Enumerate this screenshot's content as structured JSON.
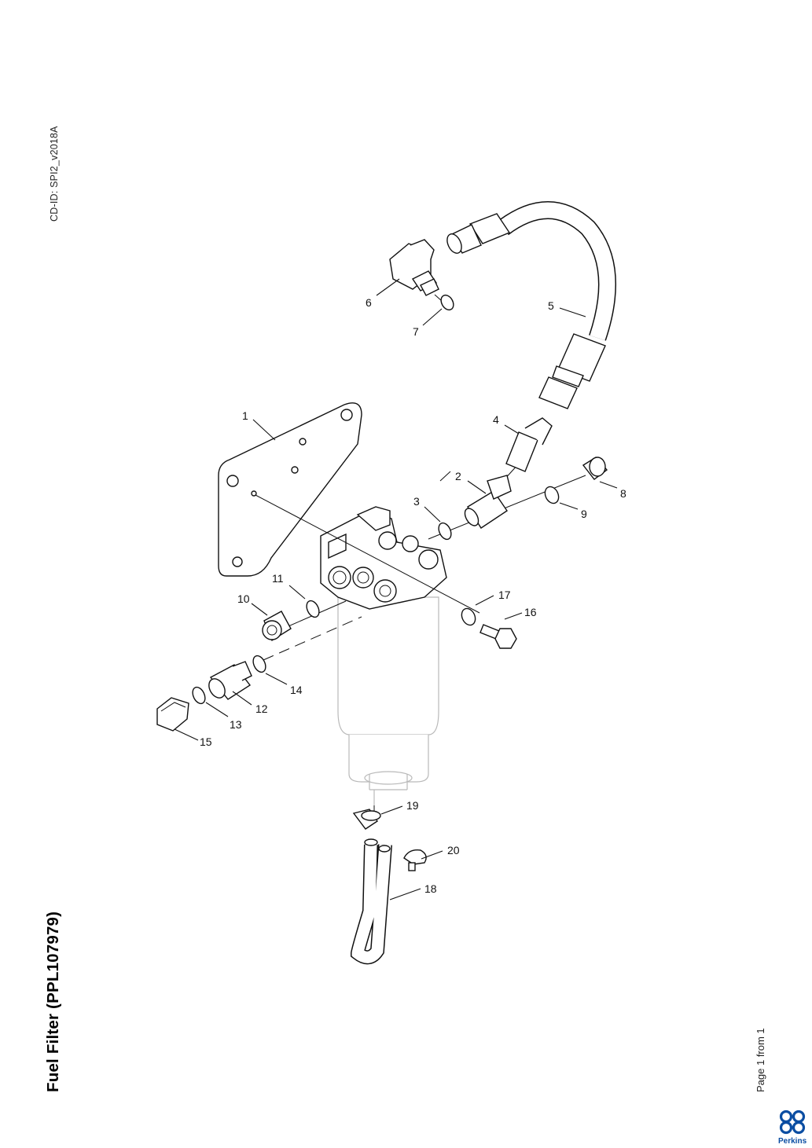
{
  "header": {
    "cd_id": "CD-ID: SPI2_v2018A"
  },
  "title": "Fuel Filter (PPL107979)",
  "footer": {
    "page": "Page 1 from 1",
    "brand": "Perkins"
  },
  "callouts": [
    "1",
    "2",
    "3",
    "4",
    "5",
    "6",
    "7",
    "8",
    "9",
    "10",
    "11",
    "12",
    "13",
    "14",
    "15",
    "16",
    "17",
    "18",
    "19",
    "20"
  ],
  "icons": {
    "logo": "perkins-logo-icon"
  },
  "colors": {
    "brand_blue": "#0a4da2",
    "ink": "#111111",
    "ghost": "#b9b9b9"
  }
}
